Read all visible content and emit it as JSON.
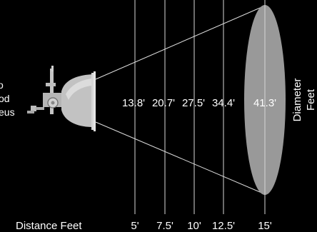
{
  "left_partial_text": [
    "o",
    "od",
    "eus"
  ],
  "diameters": [
    "13.8'",
    "20.7'",
    "27.5'",
    "34.4'",
    "41.3'"
  ],
  "distances": [
    "5'",
    "7.5'",
    "10'",
    "12.5'",
    "15'"
  ],
  "distance_axis_label": "Distance Feet",
  "diameter_axis_label": [
    "Diameter",
    "Feet"
  ],
  "colors": {
    "background": "#000000",
    "lines": "#dddddd",
    "lamp": "#bdbdbd",
    "beam_end": "#999999"
  }
}
